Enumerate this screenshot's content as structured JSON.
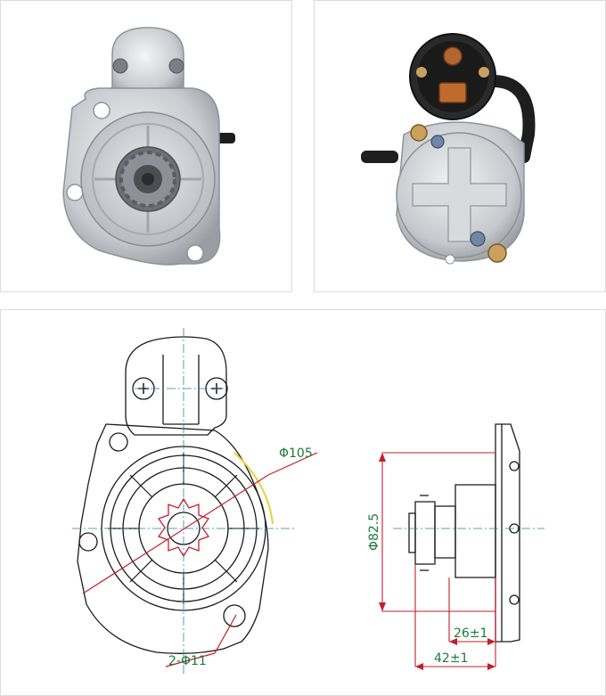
{
  "drawing": {
    "dim_outer_diameter": "Φ105",
    "dim_hole_spec": "2-Φ11",
    "dim_pilot_diameter": "Φ82.5",
    "dim_pinion_offset": "26±1",
    "dim_nose_length": "42±1"
  }
}
